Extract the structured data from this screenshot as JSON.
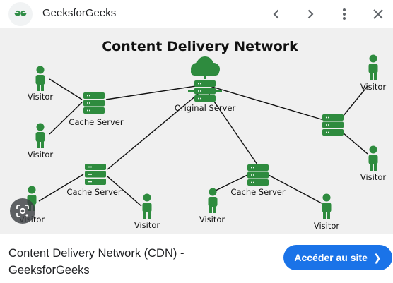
{
  "header": {
    "site_name": "GeeksforGeeks",
    "logo_icon": "gfg-logo-icon",
    "back_icon": "chevron-left-icon",
    "forward_icon": "chevron-right-icon",
    "more_icon": "more-vert-icon",
    "close_icon": "close-icon"
  },
  "image": {
    "title": "Content Delivery Network",
    "origin_label": "Original Server",
    "cache_label": "Cache Server",
    "visitor_label": "Visitor",
    "accent_color": "#2e8b3e"
  },
  "lens_icon": "lens-icon",
  "result": {
    "title": "Content Delivery Network (CDN) - GeeksforGeeks",
    "button_label": "Accéder au site",
    "button_color": "#1a73e8"
  }
}
